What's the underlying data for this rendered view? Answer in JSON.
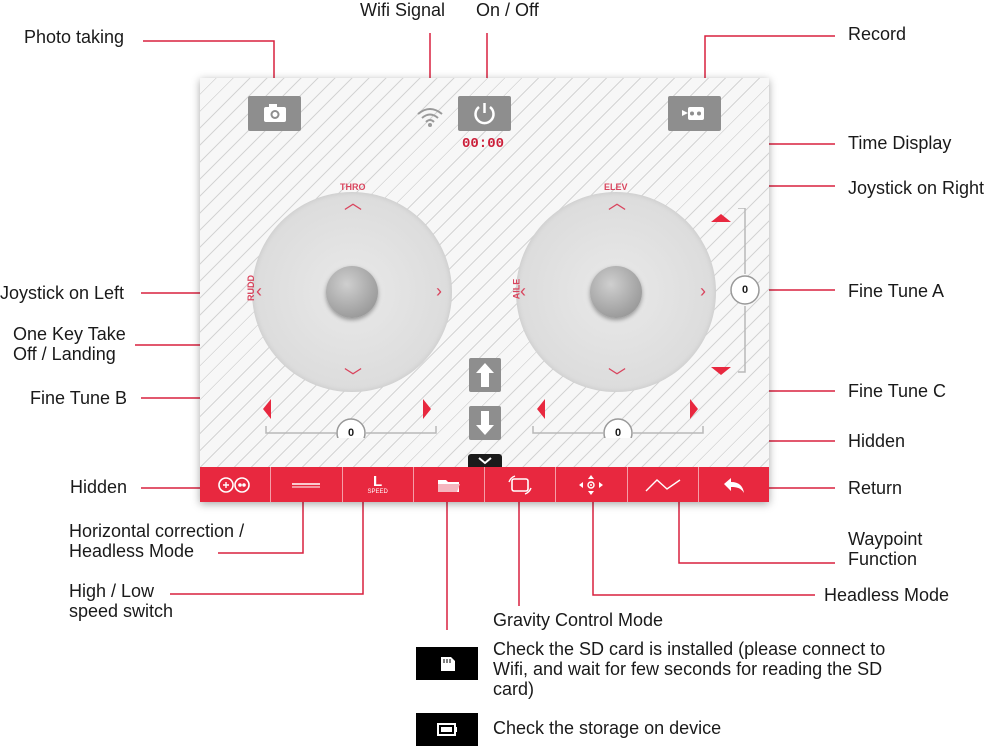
{
  "screen": {
    "time_display": "00:00",
    "axis_left_top": "THRO",
    "axis_left_side": "RUDD",
    "axis_right_top": "ELEV",
    "axis_right_side": "AILE",
    "trim_b_value": "0",
    "trim_c_value": "0",
    "trim_a_value": "0",
    "speed_icon_letter": "L",
    "speed_icon_caption": "SPEED"
  },
  "labels": {
    "photo_taking": "Photo taking",
    "wifi_signal": "Wifi Signal",
    "on_off": "On / Off",
    "record": "Record",
    "time_display": "Time Display",
    "joystick_right": "Joystick on Right",
    "joystick_left": "Joystick on Left",
    "fine_tune_a": "Fine Tune A",
    "one_key_line1": "One Key Take",
    "one_key_line2": "Off / Landing",
    "fine_tune_b": "Fine Tune B",
    "fine_tune_c": "Fine Tune C",
    "hidden_right": "Hidden",
    "hidden_left": "Hidden",
    "return": "Return",
    "horizontal_line1": "Horizontal correction /",
    "horizontal_line2": "Headless Mode",
    "waypoint_line1": "Waypoint",
    "waypoint_line2": "Function",
    "high_low_line1": "High / Low",
    "high_low_line2": "speed switch",
    "headless_mode": "Headless Mode",
    "gravity_mode": "Gravity Control Mode"
  },
  "legend": [
    {
      "icon": "sd-card-icon",
      "text_lines": [
        "Check the SD card is installed (please connect to",
        "Wifi, and wait for few seconds for reading the SD",
        "card)"
      ]
    },
    {
      "icon": "battery-icon",
      "text_lines": [
        "Check the storage on device"
      ]
    }
  ],
  "colors": {
    "accent": "#e8283f",
    "line": "#d8213f",
    "button_gray": "#8e8e8e"
  }
}
